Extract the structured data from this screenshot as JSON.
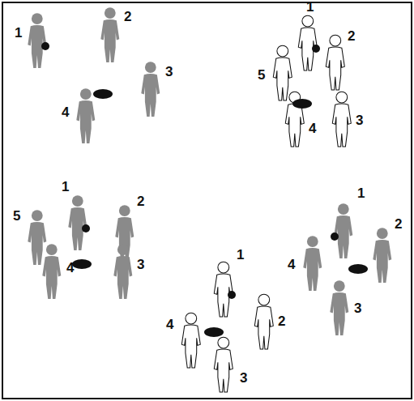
{
  "diagram": {
    "labels": [
      "1",
      "2",
      "3",
      "4",
      "1",
      "2",
      "5",
      "3",
      "4",
      "1",
      "5",
      "2",
      "4",
      "3",
      "1",
      "2",
      "4",
      "3",
      "1",
      "2",
      "4",
      "3"
    ]
  }
}
